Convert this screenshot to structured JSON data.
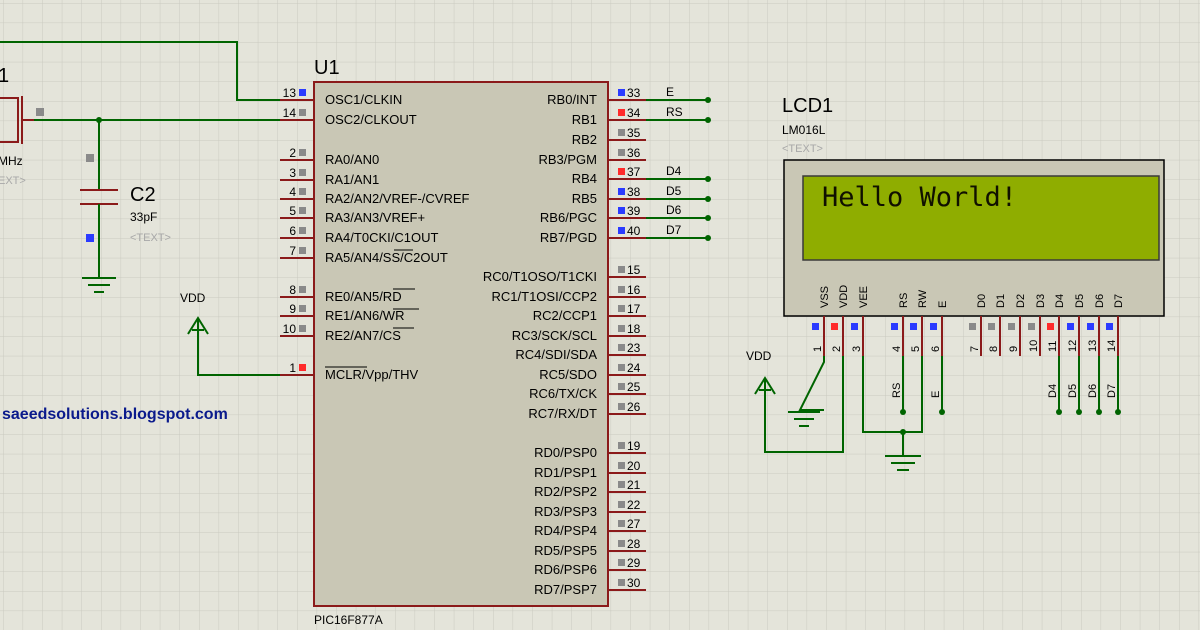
{
  "mcu": {
    "ref": "U1",
    "part": "PIC16F877A",
    "left_pins": [
      {
        "name": "OSC1/CLKIN",
        "num": "13",
        "marker": "blue"
      },
      {
        "name": "OSC2/CLKOUT",
        "num": "14",
        "marker": "gray"
      },
      {
        "name": "RA0/AN0",
        "num": "2",
        "marker": "gray"
      },
      {
        "name": "RA1/AN1",
        "num": "3",
        "marker": "gray"
      },
      {
        "name": "RA2/AN2/VREF-/CVREF",
        "num": "4",
        "marker": "gray"
      },
      {
        "name": "RA3/AN3/VREF+",
        "num": "5",
        "marker": "gray"
      },
      {
        "name": "RA4/T0CKI/C1OUT",
        "num": "6",
        "marker": "gray"
      },
      {
        "name": "RA5/AN4/SS/C2OUT",
        "num": "7",
        "marker": "gray"
      },
      {
        "name": "RE0/AN5/RD",
        "num": "8",
        "marker": "gray"
      },
      {
        "name": "RE1/AN6/WR",
        "num": "9",
        "marker": "gray"
      },
      {
        "name": "RE2/AN7/CS",
        "num": "10",
        "marker": "gray"
      },
      {
        "name": "MCLR/Vpp/THV",
        "num": "1",
        "marker": "red"
      }
    ],
    "right_pins": [
      {
        "name": "RB0/INT",
        "num": "33",
        "marker": "blue"
      },
      {
        "name": "RB1",
        "num": "34",
        "marker": "red"
      },
      {
        "name": "RB2",
        "num": "35",
        "marker": "gray"
      },
      {
        "name": "RB3/PGM",
        "num": "36",
        "marker": "gray"
      },
      {
        "name": "RB4",
        "num": "37",
        "marker": "red"
      },
      {
        "name": "RB5",
        "num": "38",
        "marker": "blue"
      },
      {
        "name": "RB6/PGC",
        "num": "39",
        "marker": "blue"
      },
      {
        "name": "RB7/PGD",
        "num": "40",
        "marker": "blue"
      },
      {
        "name": "RC0/T1OSO/T1CKI",
        "num": "15",
        "marker": "gray"
      },
      {
        "name": "RC1/T1OSI/CCP2",
        "num": "16",
        "marker": "gray"
      },
      {
        "name": "RC2/CCP1",
        "num": "17",
        "marker": "gray"
      },
      {
        "name": "RC3/SCK/SCL",
        "num": "18",
        "marker": "gray"
      },
      {
        "name": "RC4/SDI/SDA",
        "num": "23",
        "marker": "gray"
      },
      {
        "name": "RC5/SDO",
        "num": "24",
        "marker": "gray"
      },
      {
        "name": "RC6/TX/CK",
        "num": "25",
        "marker": "gray"
      },
      {
        "name": "RC7/RX/DT",
        "num": "26",
        "marker": "gray"
      },
      {
        "name": "RD0/PSP0",
        "num": "19",
        "marker": "gray"
      },
      {
        "name": "RD1/PSP1",
        "num": "20",
        "marker": "gray"
      },
      {
        "name": "RD2/PSP2",
        "num": "21",
        "marker": "gray"
      },
      {
        "name": "RD3/PSP3",
        "num": "22",
        "marker": "gray"
      },
      {
        "name": "RD4/PSP4",
        "num": "27",
        "marker": "gray"
      },
      {
        "name": "RD5/PSP5",
        "num": "28",
        "marker": "gray"
      },
      {
        "name": "RD6/PSP6",
        "num": "29",
        "marker": "gray"
      },
      {
        "name": "RD7/PSP7",
        "num": "30",
        "marker": "gray"
      }
    ],
    "net_labels": {
      "rb0": "E",
      "rb1": "RS",
      "rb4": "D4",
      "rb5": "D5",
      "rb6": "D6",
      "rb7": "D7"
    }
  },
  "lcd": {
    "ref": "LCD1",
    "part": "LM016L",
    "text_placeholder": "<TEXT>",
    "display_text": "Hello World!",
    "pins": [
      {
        "name": "VSS",
        "num": "1",
        "marker": "blue"
      },
      {
        "name": "VDD",
        "num": "2",
        "marker": "red"
      },
      {
        "name": "VEE",
        "num": "3",
        "marker": "blue"
      },
      {
        "name": "RS",
        "num": "4",
        "marker": "blue"
      },
      {
        "name": "RW",
        "num": "5",
        "marker": "blue"
      },
      {
        "name": "E",
        "num": "6",
        "marker": "blue"
      },
      {
        "name": "D0",
        "num": "7",
        "marker": "gray"
      },
      {
        "name": "D1",
        "num": "8",
        "marker": "gray"
      },
      {
        "name": "D2",
        "num": "9",
        "marker": "gray"
      },
      {
        "name": "D3",
        "num": "10",
        "marker": "gray"
      },
      {
        "name": "D4",
        "num": "11",
        "marker": "red"
      },
      {
        "name": "D5",
        "num": "12",
        "marker": "blue"
      },
      {
        "name": "D6",
        "num": "13",
        "marker": "blue"
      },
      {
        "name": "D7",
        "num": "14",
        "marker": "blue"
      }
    ],
    "net_labels": {
      "rs": "RS",
      "e": "E",
      "d4": "D4",
      "d5": "D5",
      "d6": "D6",
      "d7": "D7"
    }
  },
  "capacitor": {
    "ref": "C2",
    "value": "33pF",
    "text_placeholder": "<TEXT>"
  },
  "crystal_partial": {
    "ref_fragment": "1",
    "freq_fragment": "MHz",
    "text_fragment": "EXT>"
  },
  "power": {
    "vdd_mclr": "VDD",
    "vdd_lcd": "VDD"
  },
  "watermark": "saeedsolutions.blogspot.com",
  "colors": {
    "background": "#e4e4da",
    "grid": "#cacac0",
    "wire": "#006400",
    "body_outline": "#8b1a1a",
    "body_fill": "#c9c7b5",
    "lcd_screen": "#8fad00",
    "pin_blue": "#2b3bff",
    "pin_red": "#ff2b2b",
    "pin_gray": "#8a8a8a",
    "watermark": "#0a1a8c"
  }
}
